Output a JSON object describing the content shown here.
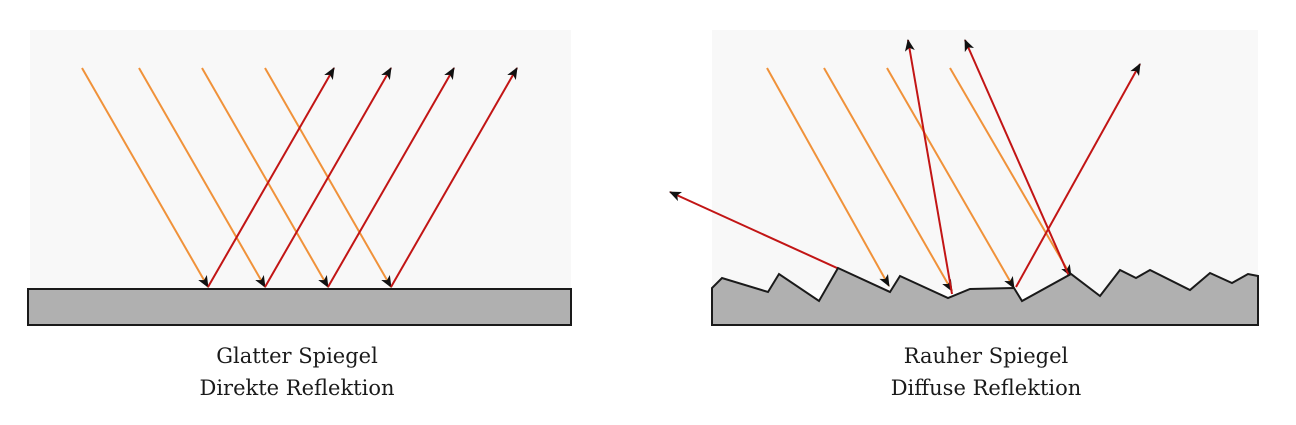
{
  "panels": {
    "smooth": {
      "title": "Glatter Spiegel",
      "subtitle": "Direkte Reflektion"
    },
    "rough": {
      "title": "Rauher Spiegel",
      "subtitle": "Diffuse Reflektion"
    }
  },
  "colors": {
    "panel_background": "#f8f8f8",
    "surface_fill": "#b0b0b0",
    "surface_stroke": "#1a1a1a",
    "incident_ray": "#f0923a",
    "reflected_ray": "#c21515",
    "arrowhead": "#111111",
    "text": "#1a1a1a"
  }
}
